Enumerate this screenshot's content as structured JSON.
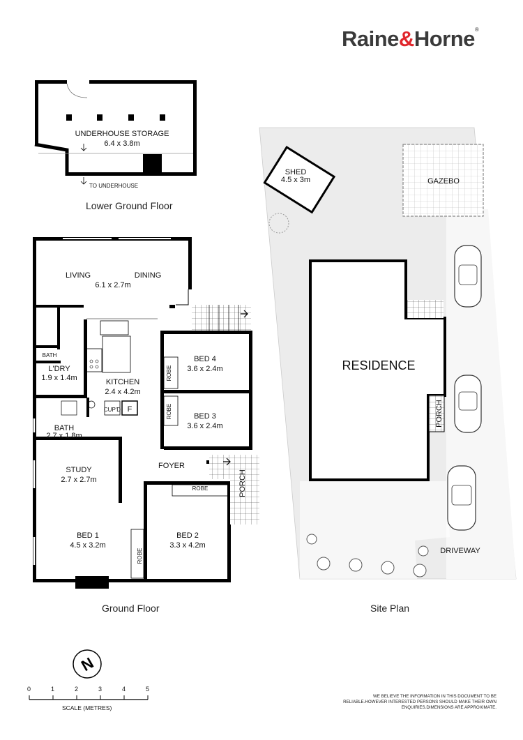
{
  "brand": {
    "name_part1": "Raine",
    "amp": "&",
    "name_part2": "Horne",
    "reg": "®"
  },
  "colors": {
    "brand_red": "#e0262c",
    "brand_grey": "#3a3a3a",
    "wall": "#000000",
    "paving": "#ececec"
  },
  "lower_ground": {
    "caption": "Lower Ground Floor",
    "storage_label": "UNDERHOUSE STORAGE",
    "storage_dim": "6.4 x 3.8m",
    "to_underhouse": "TO UNDERHOUSE"
  },
  "ground_floor": {
    "caption": "Ground Floor",
    "living": "LIVING",
    "dining": "DINING",
    "living_dim": "6.1 x 2.7m",
    "bath_small": "BATH",
    "laundry": "L'DRY",
    "laundry_dim": "1.9 x 1.4m",
    "kitchen": "KITCHEN",
    "kitchen_dim": "2.4 x 4.2m",
    "cupboard": "CUP'D",
    "fridge": "F",
    "bath": "BATH",
    "bath_dim": "2.7 x 1.8m",
    "bed4": "BED 4",
    "bed4_dim": "3.6 x 2.4m",
    "bed3": "BED 3",
    "bed3_dim": "3.6 x 2.4m",
    "robe": "ROBE",
    "study": "STUDY",
    "study_dim": "2.7 x 2.7m",
    "foyer": "FOYER",
    "porch": "PORCH",
    "bed1": "BED 1",
    "bed1_dim": "4.5 x 3.2m",
    "bed2": "BED 2",
    "bed2_dim": "3.3 x 4.2m"
  },
  "site_plan": {
    "caption": "Site Plan",
    "shed": "SHED",
    "shed_dim": "4.5 x 3m",
    "gazebo": "GAZEBO",
    "residence": "RESIDENCE",
    "porch": "PORCH",
    "driveway": "DRIVEWAY"
  },
  "scale": {
    "ticks": [
      "0",
      "1",
      "2",
      "3",
      "4",
      "5"
    ],
    "label": "SCALE (METRES)"
  },
  "north_arrow": {
    "letter": "N"
  },
  "disclaimer": "We believe the information in this document to be reliable.However interested persons should make their own enquiries.Dimensions are approximate."
}
